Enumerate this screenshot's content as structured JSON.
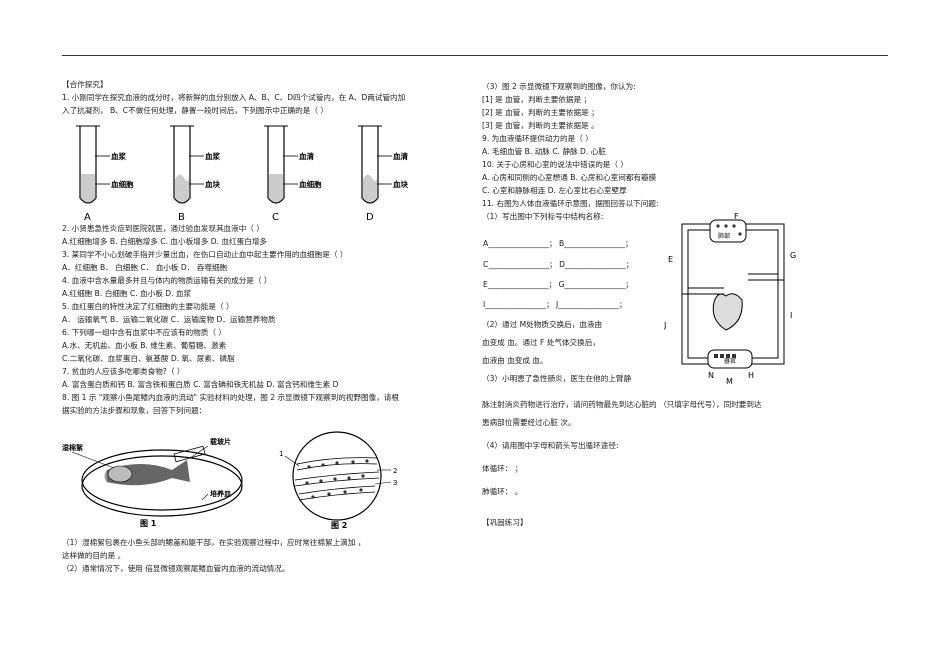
{
  "header": {
    "section": "【合作探究】"
  },
  "q1": {
    "line1": "1. 小刚同学在探究血液的成分时，将新鲜的血分别放入        A、B、C、D四个试管内，在    A、D两试管内加",
    "line2": "入了抗凝剂，    B、C不做任何处理，静置一段时间后，下列图示中正确的是（                  ）",
    "tubes": [
      {
        "letter": "A",
        "top": "血浆",
        "bottom": "血细胞"
      },
      {
        "letter": "B",
        "top": "血浆",
        "bottom": "血块"
      },
      {
        "letter": "C",
        "top": "血清",
        "bottom": "血细胞"
      },
      {
        "letter": "D",
        "top": "血清",
        "bottom": "血块"
      }
    ]
  },
  "left_lines": [
    "2. 小贤患急性炎症到医院就医，通过验血发现其血液中（                    ）",
    "A.红细胞增多          B.          白细胞增多          C.          血小板增多          D.          血红蛋白增多",
    "3. 某同学不小心划破手指并少量出血，在伤口自动止血中起主要作用的血细胞是（                  ）",
    "A．红细胞              B．  白细胞              C．  血小板              D．            吞噬细胞",
    "4. 血液中含水量最多并且与体内的物质运输有关的成分是（                  ）",
    "A.红细胞                  B. 白细胞                  C.  血小板                  D.   血浆",
    "5. 血红蛋白的特性决定了红细胞的主要功能是（                  ）",
    "A．  运输氧气    B．运输二氧化碳    C．运输废物      D．运输营养物质",
    "6. 下列哪一组中含有血浆中不应该有的物质（                  ）",
    "A.水、无机盐、血小板                  B.                  维生素、葡萄糖、激素",
    "C.二氧化碳、血浆蛋白、氨基酸          D.                  氧、尿素、磷脂",
    "7. 贫血的人应该多吃哪类食物?（                  ）",
    "A. 富含蛋白质和钙          B.          富含铁和蛋白质          C.          富含碘和铁无机盐          D.          富含钙和维生素    D",
    "8. 图 1 示 \"观察小鱼尾鳍内血液的流动\" 实验材料的处理，图          2 示显微镜下观察到的视野图像，请根",
    "据实验的方法步骤和现象，回答下列问题："
  ],
  "fig1": {
    "caption": "图 1",
    "wet_cotton": "湿棉絮",
    "slide": "载玻片",
    "dish": "培养皿"
  },
  "fig2": {
    "caption": "图 2",
    "n1": "1",
    "n2": "2",
    "n3": "3"
  },
  "bottom_lines": [
    "（1）湿棉絮包裹在小鱼头部的鳃盖和躯干部，在实验观察过程中，应时常往棉絮上滴加                  ，",
    "这样做的目的是        。",
    "（2）通常情况下，使用            倍显微镜观察尾鳍血管内血液的流动情况。"
  ],
  "right_top": [
    "（3）图  2 示显微镜下观察到的图像，你认为:",
    "[1]  是            血管，判断主要依据是                                                                                    ；",
    "[2]  是            血管，判断的主要依据是                                                                                ；",
    "[3]  是            血管，判断的主要依据是                                                                                。",
    "9. 为血液循环提供动力的是（                  ）",
    "A.  毛细血管              B.              动脉          C.          静脉              D.              心脏",
    "10. 关于心房和心室的说法中错误的是（                  ）",
    "A.  心房和同侧的心室想通              B.              心房和心室间都有瓣膜",
    "C.  心室和静脉相连                          D.              左心室比右心室壁厚",
    "11. 右图为人体血液循环示意图，据图回答以下问题:",
    "（1）写出图中下列标号中结构名称:"
  ],
  "name_rows": [
    {
      "a": "A",
      "b": "B"
    },
    {
      "a": "C",
      "b": "D"
    },
    {
      "a": "E",
      "b": "G"
    },
    {
      "a": "I",
      "b": "J"
    }
  ],
  "right_bottom": [
    "（2）通过    M处物质交换后，血液由          ",
    "血变成                  血。通过    F 处气体交换后，",
    "血液由                  血变成                  血。",
    "（3）小明患了急性肠炎，医生在他的上臂静",
    "脉注射消炎药物进行治疗，请问药物最先到达心脏的                              （只填字母代号），同时要到达",
    "患病部位需要经过心脏                      次。",
    "（4）请用图中字母和箭头写出循环途径:",
    "体循环：                                                                                                                        ；",
    "肺循环：                                                                                                                        。",
    "【巩固练习】"
  ],
  "heart_diagram": {
    "F": "F",
    "G": "G",
    "E": "E",
    "I": "I",
    "J": "J",
    "N": "N",
    "M": "M",
    "H": "H",
    "lung": "肺部",
    "organ": "器官"
  }
}
